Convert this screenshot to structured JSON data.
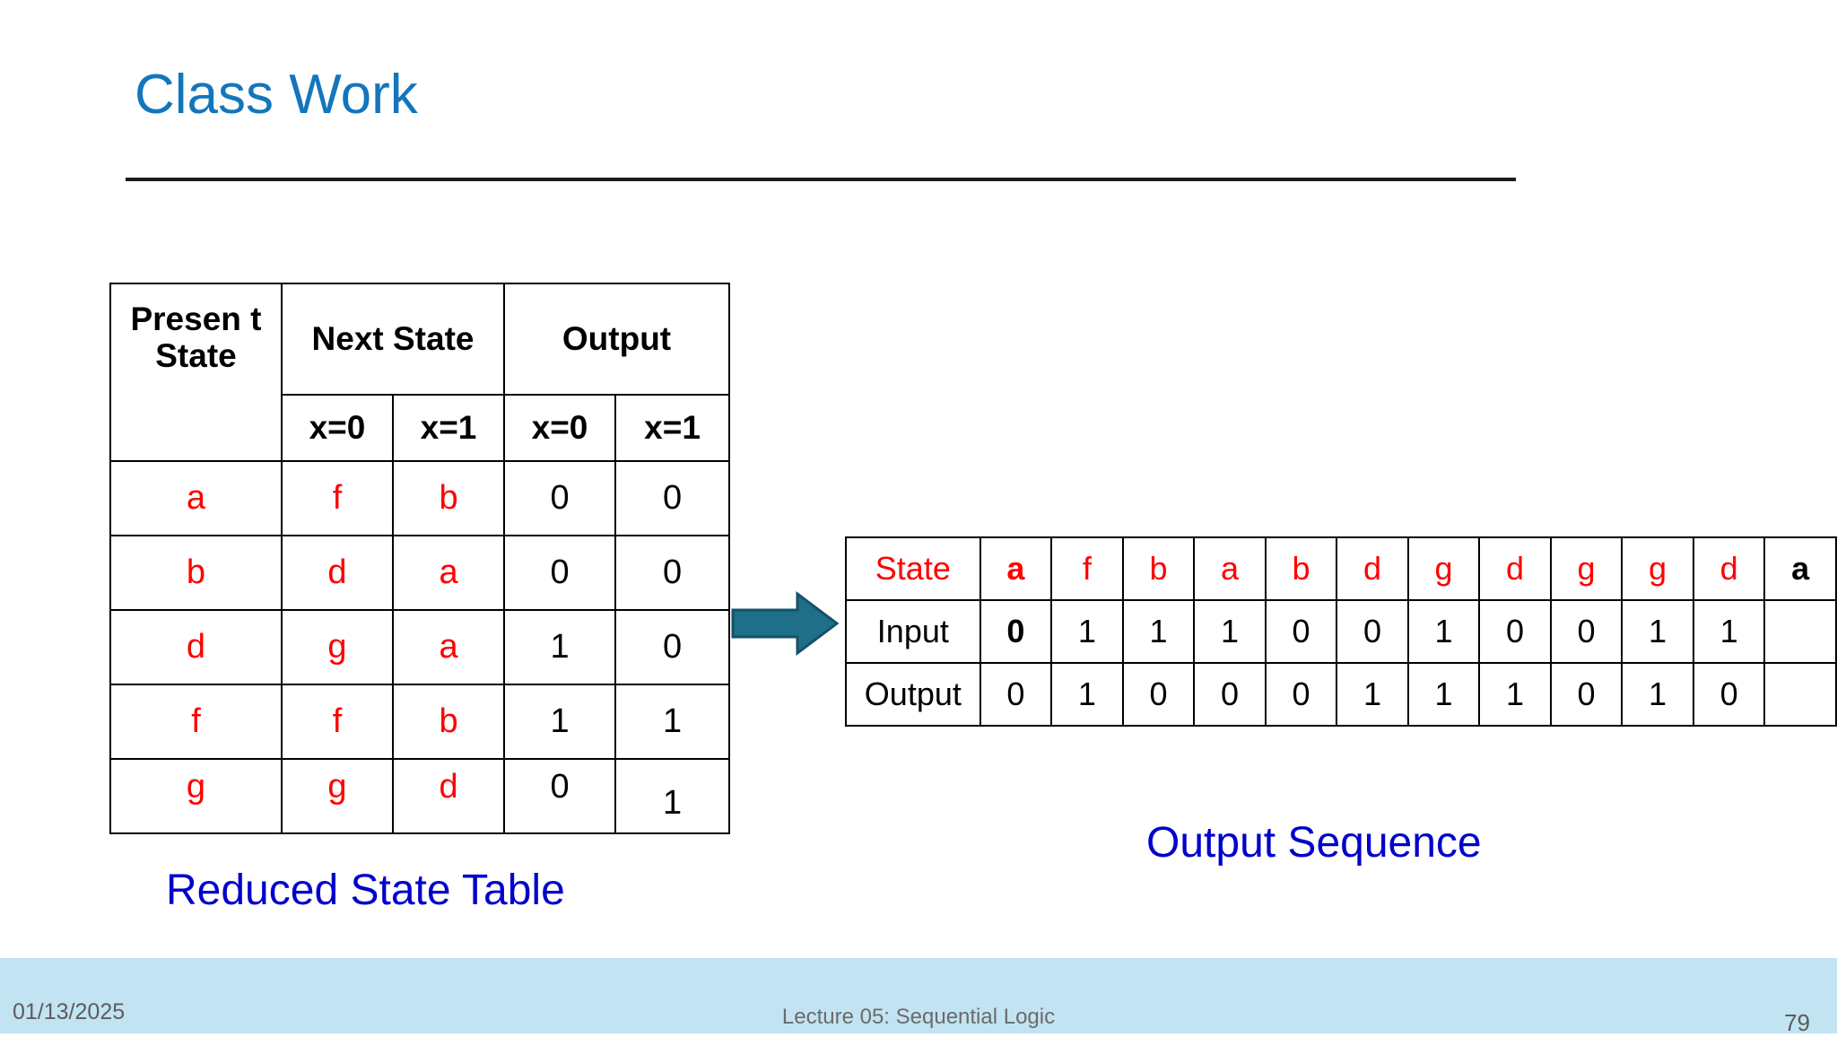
{
  "slide": {
    "title": "Class Work",
    "title_color": "#1376BC"
  },
  "state_table": {
    "caption": "Reduced State Table",
    "caption_color": "#0000CC",
    "headers": {
      "present_state": "Presen t State",
      "next_state": "Next State",
      "output": "Output",
      "sub": [
        "x=0",
        "x=1",
        "x=0",
        "x=1"
      ]
    },
    "rows": [
      {
        "present": "a",
        "next_x0": "f",
        "next_x1": "b",
        "out_x0": "0",
        "out_x1": "0"
      },
      {
        "present": "b",
        "next_x0": "d",
        "next_x1": "a",
        "out_x0": "0",
        "out_x1": "0"
      },
      {
        "present": "d",
        "next_x0": "g",
        "next_x1": "a",
        "out_x0": "1",
        "out_x1": "0"
      },
      {
        "present": "f",
        "next_x0": "f",
        "next_x1": "b",
        "out_x0": "1",
        "out_x1": "1"
      },
      {
        "present": "g",
        "next_x0": "g",
        "next_x1": "d",
        "out_x0": "0",
        "out_x1": "1"
      }
    ]
  },
  "sequence_table": {
    "caption": "Output Sequence",
    "caption_color": "#0000CC",
    "row_labels": {
      "state": "State",
      "input": "Input",
      "output": "Output"
    },
    "state": [
      "a",
      "f",
      "b",
      "a",
      "b",
      "d",
      "g",
      "d",
      "g",
      "g",
      "d",
      "a"
    ],
    "input": [
      "0",
      "1",
      "1",
      "1",
      "0",
      "0",
      "1",
      "0",
      "0",
      "1",
      "1",
      ""
    ],
    "output": [
      "0",
      "1",
      "0",
      "0",
      "0",
      "1",
      "1",
      "1",
      "0",
      "1",
      "0",
      ""
    ]
  },
  "arrow": {
    "direction": "right",
    "fill": "#1F6F8B",
    "stroke": "#12536A"
  },
  "footer": {
    "date": "01/13/2025",
    "center": "Lecture 05: Sequential Logic",
    "page": "79",
    "background": "#C2E3F2"
  }
}
